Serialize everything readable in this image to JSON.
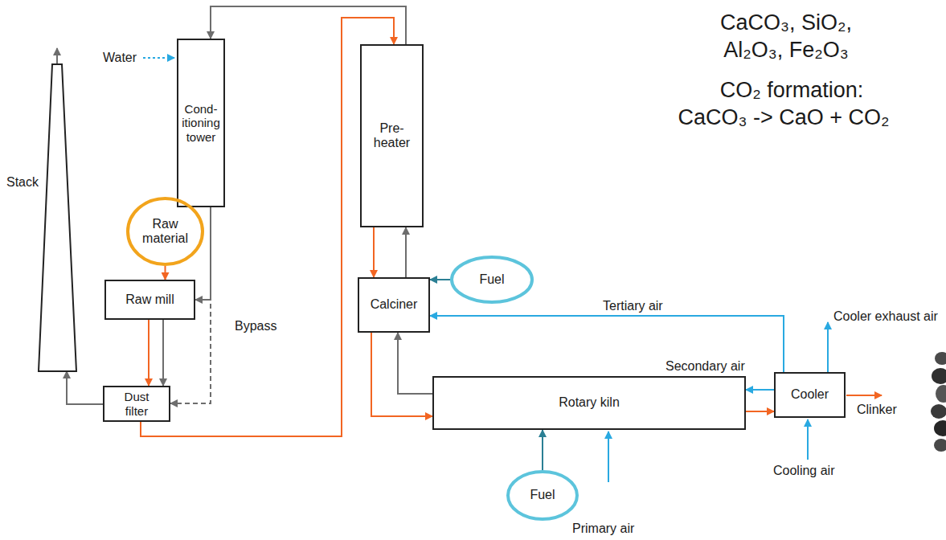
{
  "diagram": {
    "nodes": [
      {
        "text": [
          "Cond- itioning tower"
        ]
      },
      {
        "text": [
          "Pre- heater"
        ]
      },
      {
        "text": [
          "Stack"
        ]
      },
      {
        "text": [
          "Raw material"
        ]
      },
      {
        "text": [
          "Raw mill"
        ]
      },
      {
        "text": [
          "Dust filter"
        ]
      },
      {
        "text": [
          "Calciner"
        ]
      },
      {
        "text": [
          "Fuel"
        ]
      },
      {
        "text": [
          "Rotary kiln"
        ]
      },
      {
        "text": [
          "Cooler"
        ]
      },
      {
        "text": [
          "Fuel"
        ]
      }
    ],
    "edges": [
      {
        "from": 3,
        "to": 4,
        "arrow": "to"
      },
      {
        "from": 0,
        "to": 4,
        "arrow": "to"
      },
      {
        "from": 0,
        "to": 5,
        "label": "Bypass",
        "arrow": "to"
      },
      {
        "from": 4,
        "to": 5,
        "arrow": "to"
      },
      {
        "from": 4,
        "to": 5,
        "arrow": "to"
      },
      {
        "from": 5,
        "to": 2,
        "arrow": "to"
      },
      {
        "from": 5,
        "to": 1,
        "arrow": "to"
      },
      {
        "from": 1,
        "to": 0,
        "arrow": "to"
      },
      {
        "from": 1,
        "to": 6,
        "arrow": "to"
      },
      {
        "from": 6,
        "to": 1,
        "arrow": "to"
      },
      {
        "from": 7,
        "to": 6,
        "arrow": "to"
      },
      {
        "from": 6,
        "to": 8,
        "arrow": "to"
      },
      {
        "from": 8,
        "to": 6,
        "arrow": "to"
      },
      {
        "from": 10,
        "to": 8,
        "arrow": "to"
      },
      {
        "from": 8,
        "to": 9,
        "arrow": "to"
      },
      {
        "from": 9,
        "to": 8,
        "label": "Secondary air",
        "arrow": "to"
      },
      {
        "from": 9,
        "to": 6,
        "label": "Tertiary air",
        "arrow": "to"
      }
    ],
    "labels": [
      "Water",
      "CaCO₃, SiO₂,",
      "Al₂O₃, Fe₂O₃",
      "CO₂ formation:",
      "CaCO₃ -> CaO + CO₂",
      "Cooler exhaust air",
      "Primary air",
      "Cooling air",
      "Clinker"
    ]
  }
}
